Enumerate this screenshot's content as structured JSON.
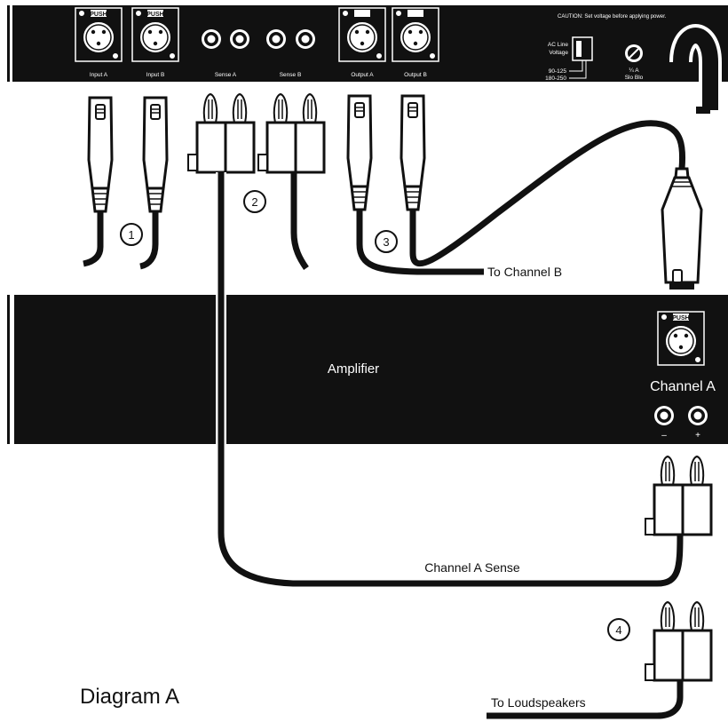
{
  "panel": {
    "jack_labels": {
      "input_a": "Input A",
      "input_b": "Input B",
      "sense_a": "Sense A",
      "sense_b": "Sense B",
      "output_a": "Output A",
      "output_b": "Output B"
    },
    "push_label": "PUSH",
    "caution": "CAUTION: Set voltage before applying power.",
    "ac_line_1": "AC Line",
    "ac_line_2": "Voltage",
    "v_range_1": "90-125",
    "v_range_2": "180-250",
    "fuse_1": "¼ A",
    "fuse_2": "Slo Blo"
  },
  "callouts": [
    "1",
    "2",
    "3",
    "4"
  ],
  "amplifier": {
    "label": "Amplifier",
    "channel_label": "Channel A",
    "minus": "–",
    "plus": "+",
    "push_label": "PUSH"
  },
  "cable_labels": {
    "to_channel_b": "To Channel B",
    "channel_a_sense": "Channel A Sense",
    "to_loudspeakers": "To Loudspeakers"
  },
  "caption": "Diagram A"
}
